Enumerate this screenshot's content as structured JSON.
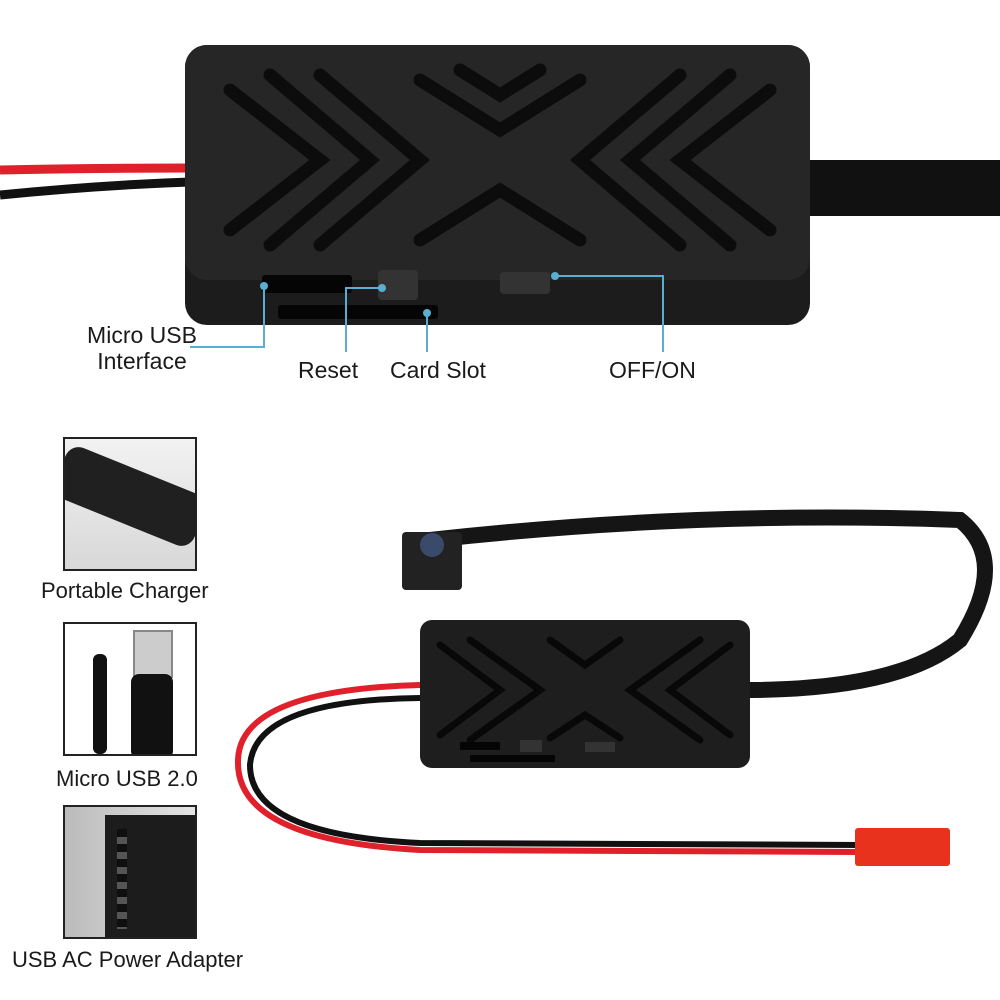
{
  "callouts": {
    "micro_usb": [
      "Micro USB",
      "Interface"
    ],
    "reset": "Reset",
    "card_slot": "Card Slot",
    "power": "OFF/ON"
  },
  "power_options": [
    {
      "label": "Portable Charger",
      "icon": "power-bank-icon"
    },
    {
      "label": "Micro USB 2.0",
      "icon": "usb-cable-icon"
    },
    {
      "label": "USB AC Power Adapter",
      "icon": "usb-adapter-icon"
    }
  ],
  "colors": {
    "callout_line": "#5aaed4",
    "device": "#1c1c1c",
    "wire_red": "#e0202a",
    "connector": "#e8321e"
  }
}
